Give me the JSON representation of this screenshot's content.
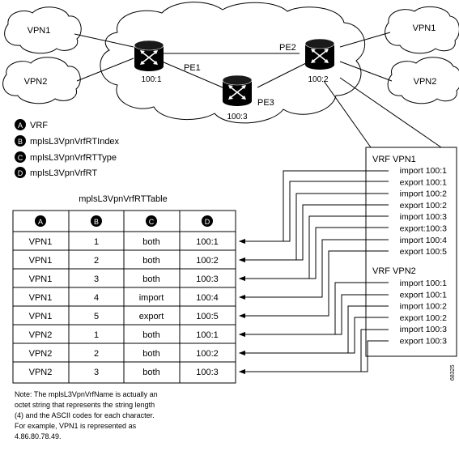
{
  "network": {
    "vpn_clouds": [
      "VPN1",
      "VPN2",
      "VPN1",
      "VPN2"
    ],
    "routers": [
      {
        "id": "PE1",
        "label": "PE1",
        "rd": "100:1"
      },
      {
        "id": "PE2",
        "label": "PE2",
        "rd": "100:2"
      },
      {
        "id": "PE3",
        "label": "PE3",
        "rd": "100:3"
      }
    ]
  },
  "legend": [
    {
      "letter": "A",
      "text": "VRF"
    },
    {
      "letter": "B",
      "text": "mplsL3VpnVrfRTIndex"
    },
    {
      "letter": "C",
      "text": "mplsL3VpnVrfRTType"
    },
    {
      "letter": "D",
      "text": "mplsL3VpnVrfRT"
    }
  ],
  "table": {
    "title": "mplsL3VpnVrfRTTable",
    "header_letters": [
      "A",
      "B",
      "C",
      "D"
    ],
    "rows": [
      [
        "VPN1",
        "1",
        "both",
        "100:1"
      ],
      [
        "VPN1",
        "2",
        "both",
        "100:2"
      ],
      [
        "VPN1",
        "3",
        "both",
        "100:3"
      ],
      [
        "VPN1",
        "4",
        "import",
        "100:4"
      ],
      [
        "VPN1",
        "5",
        "export",
        "100:5"
      ],
      [
        "VPN2",
        "1",
        "both",
        "100:1"
      ],
      [
        "VPN2",
        "2",
        "both",
        "100:2"
      ],
      [
        "VPN2",
        "3",
        "both",
        "100:3"
      ]
    ]
  },
  "vrf_config": {
    "vpn1_title": "VRF VPN1",
    "vpn1_lines": [
      "import 100:1",
      "export 100:1",
      "import 100:2",
      "export 100:2",
      "import 100:3",
      "export:100:3",
      "import 100:4",
      "export 100:5"
    ],
    "vpn2_title": "VRF VPN2",
    "vpn2_lines": [
      "import 100:1",
      "export 100:1",
      "import 100:2",
      "export 100:2",
      "import 100:3",
      "export 100:3"
    ]
  },
  "note": [
    "Note: The mplsL3VpnVrfName is actually an",
    "octet string that represents the string length",
    "(4) and the ASCII codes for each character.",
    "For example, VPN1 is represented as",
    "4.86.80.78.49."
  ],
  "figure_id": "68325"
}
